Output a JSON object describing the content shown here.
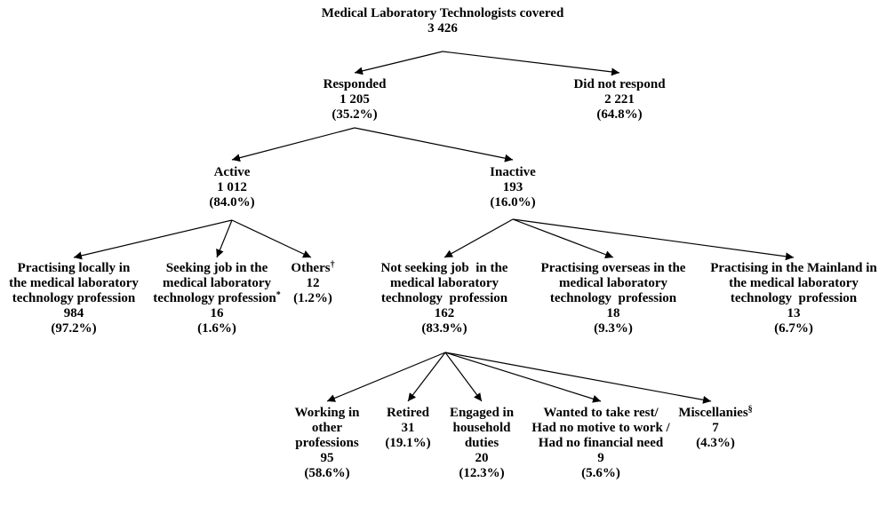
{
  "root": {
    "label": "Medical Laboratory Technologists covered",
    "count": "3 426"
  },
  "responded": {
    "label": "Responded",
    "count": "1 205",
    "pct": "(35.2%)"
  },
  "not_responded": {
    "label": "Did not respond",
    "count": "2 221",
    "pct": "(64.8%)"
  },
  "active": {
    "label": "Active",
    "count": "1 012",
    "pct": "(84.0%)"
  },
  "inactive": {
    "label": "Inactive",
    "count": "193",
    "pct": "(16.0%)"
  },
  "practising_locally": {
    "line1": "Practising locally in",
    "line2": "the medical laboratory",
    "line3": "technology profession",
    "count": "984",
    "pct": "(97.2%)"
  },
  "seeking_job": {
    "line1": "Seeking job in the",
    "line2": "medical laboratory",
    "line3": "technology profession",
    "mark": "*",
    "count": "16",
    "pct": "(1.6%)"
  },
  "others": {
    "label": "Others",
    "mark": "†",
    "count": "12",
    "pct": "(1.2%)"
  },
  "not_seeking": {
    "line1": "Not seeking job  in the",
    "line2": "medical laboratory",
    "line3": "technology  profession",
    "count": "162",
    "pct": "(83.9%)"
  },
  "overseas": {
    "line1": "Practising overseas in the",
    "line2": "medical laboratory",
    "line3": "technology  profession",
    "count": "18",
    "pct": "(9.3%)"
  },
  "mainland": {
    "line1": "Practising in the Mainland in",
    "line2": "the medical laboratory",
    "line3": "technology  profession",
    "count": "13",
    "pct": "(6.7%)"
  },
  "working_other": {
    "line1": "Working in",
    "line2": "other",
    "line3": "professions",
    "count": "95",
    "pct": "(58.6%)"
  },
  "retired": {
    "label": "Retired",
    "count": "31",
    "pct": "(19.1%)"
  },
  "household": {
    "line1": "Engaged in",
    "line2": "household",
    "line3": "duties",
    "count": "20",
    "pct": "(12.3%)"
  },
  "take_rest": {
    "line1": "Wanted to take rest/",
    "line2": "Had no motive to work /",
    "line3": "Had no financial need",
    "count": "9",
    "pct": "(5.6%)"
  },
  "misc": {
    "label": "Miscellanies",
    "mark": "§",
    "count": "7",
    "pct": "(4.3%)"
  },
  "colors": {
    "text": "#000000",
    "line": "#000000",
    "background": "#ffffff"
  }
}
